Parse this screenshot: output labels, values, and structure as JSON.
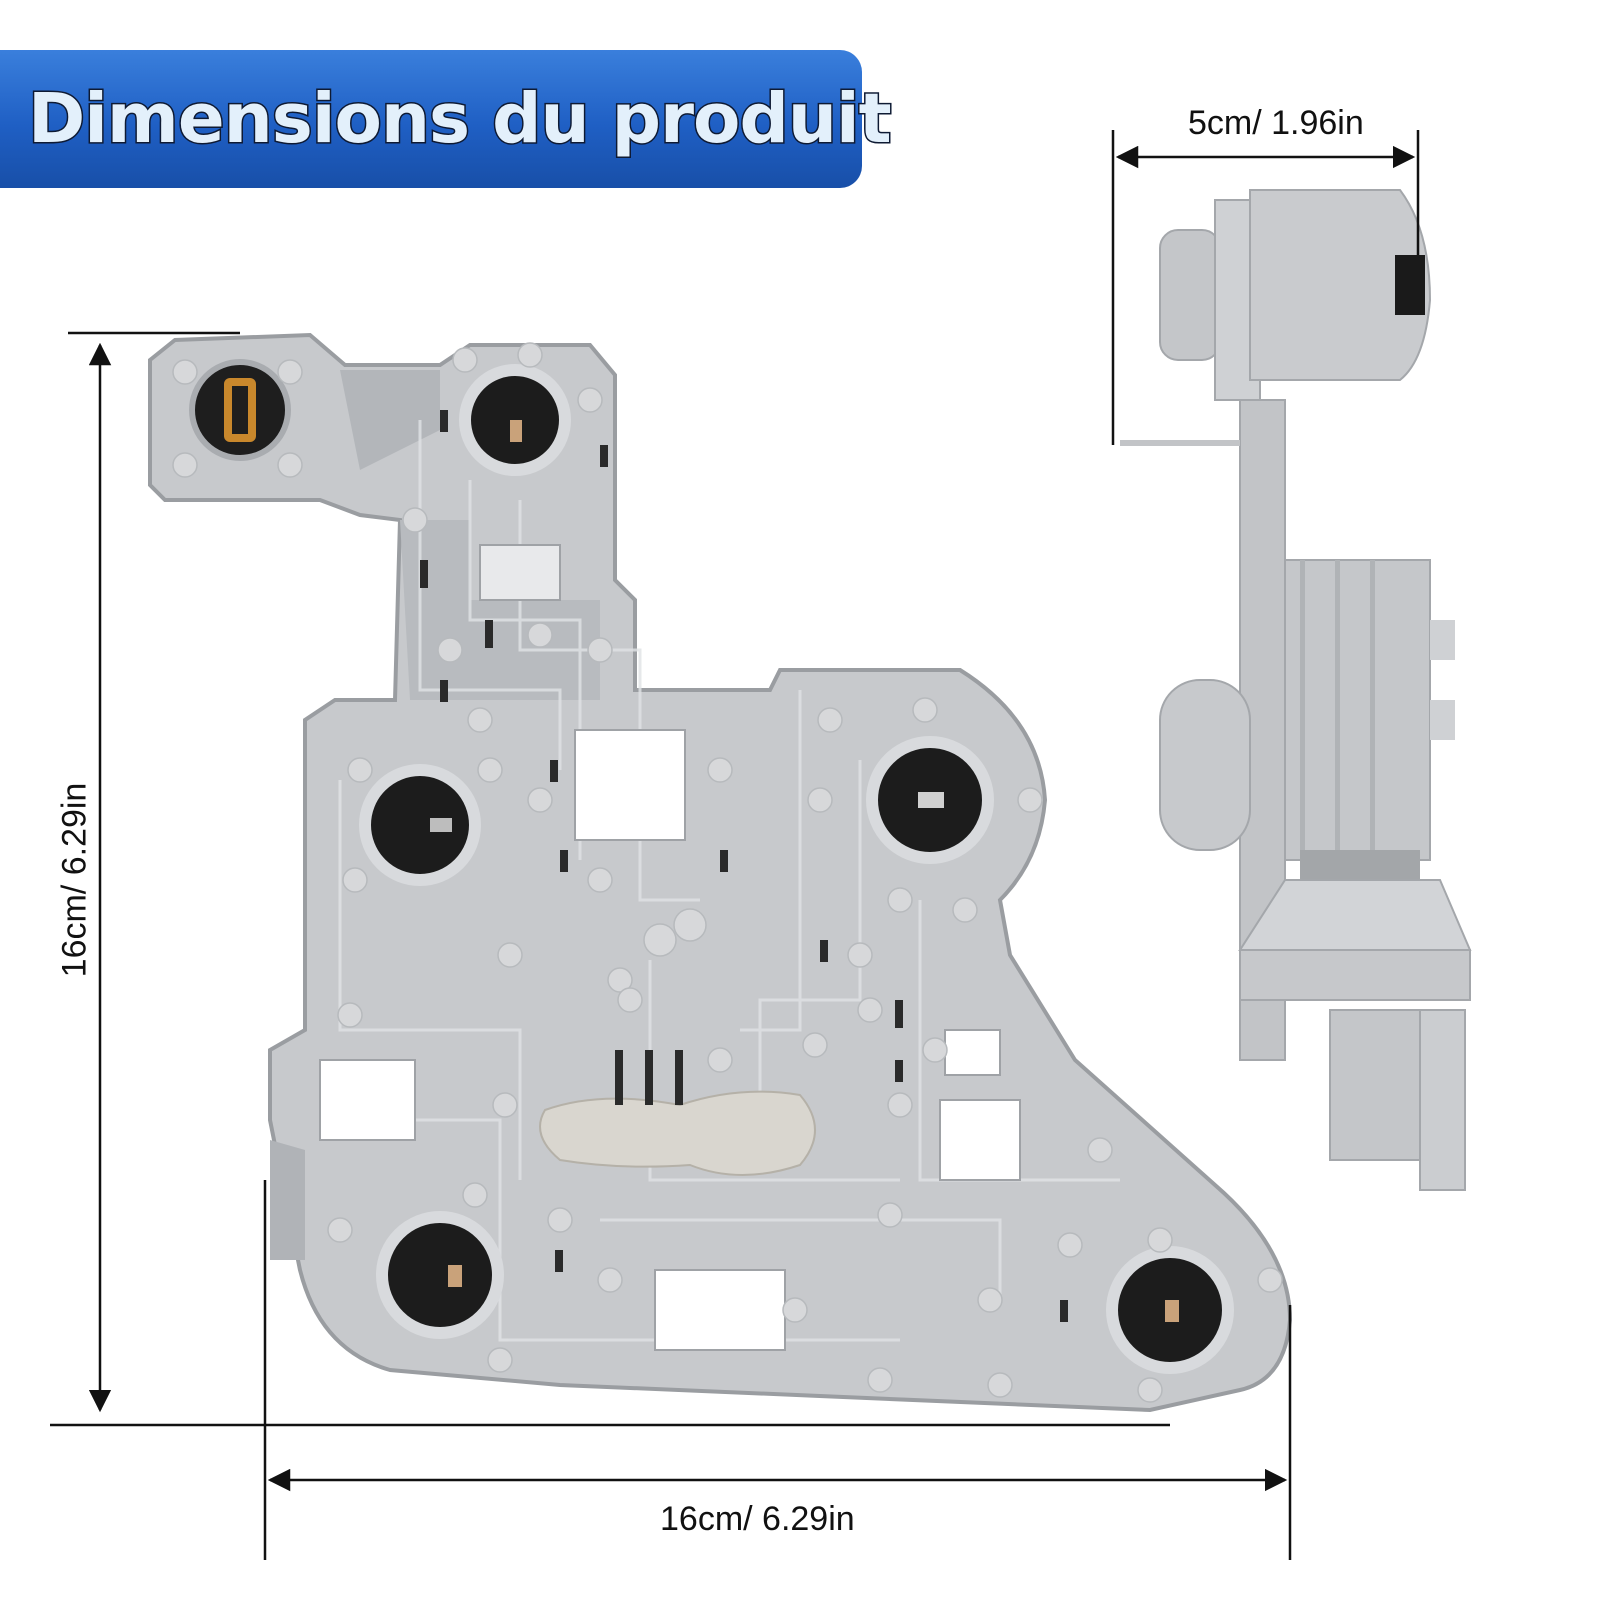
{
  "banner": {
    "title": "Dimensions du produit",
    "gradient_top": "#3a7fdc",
    "gradient_bottom": "#184fa8",
    "text_color": "#e3f0fb"
  },
  "dimensions": {
    "width": "16cm/ 6.29in",
    "height": "16cm/ 6.29in",
    "depth": "5cm/ 1.96in"
  },
  "product": {
    "front_view": "tail-light-bulb-holder-circuit-board",
    "side_view": "tail-light-bulb-holder-side-profile",
    "body_color": "#b9bdc2",
    "trace_color": "#c9ccd0",
    "socket_color": "#1c1c1c"
  }
}
